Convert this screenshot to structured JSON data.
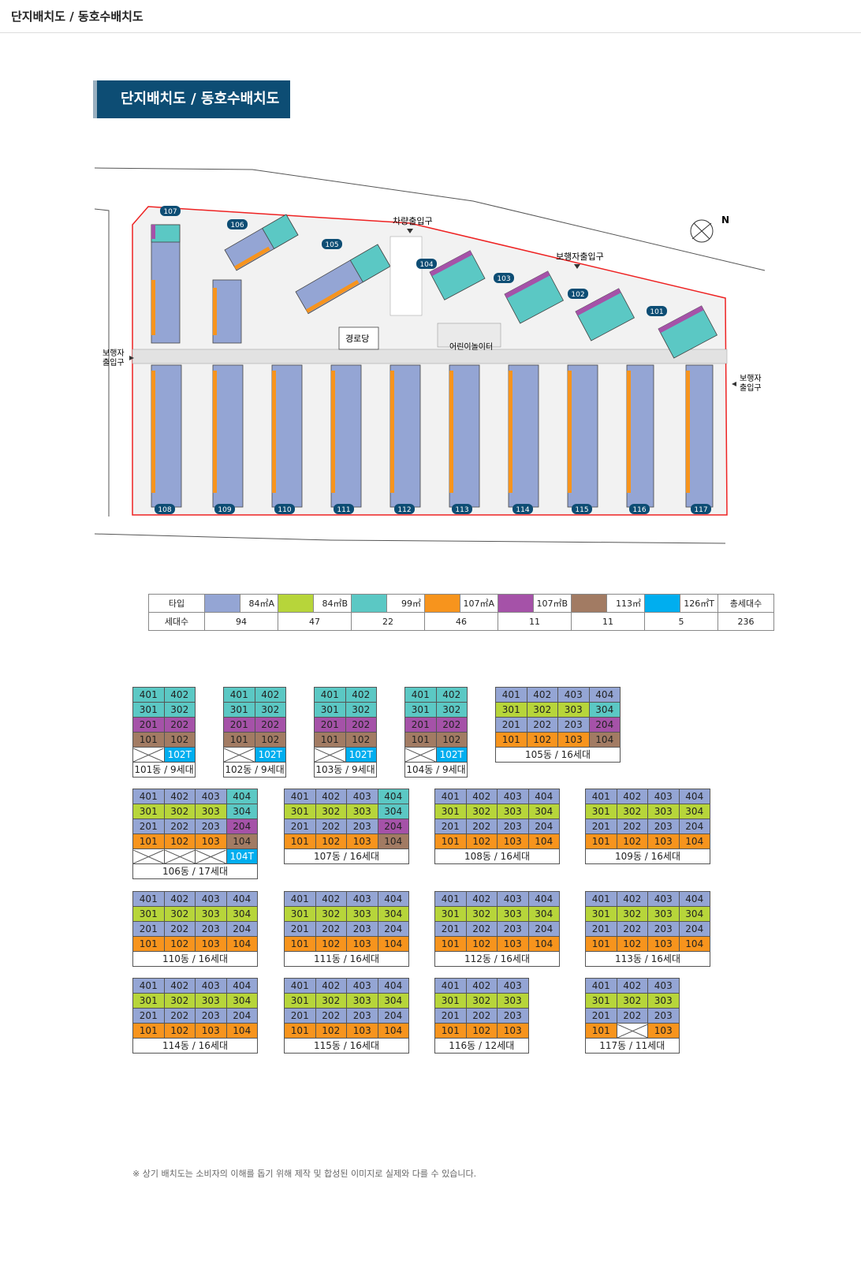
{
  "page": {
    "title": "단지배치도 / 동호수배치도"
  },
  "banner": {
    "title": "단지배치도 / 동호수배치도"
  },
  "map": {
    "entrance_vehicle": "차량출입구",
    "entrance_ped_top": "보행자출입구",
    "entrance_ped_left_1": "보행자",
    "entrance_ped_left_2": "출입구",
    "entrance_ped_right_1": "보행자",
    "entrance_ped_right_2": "출입구",
    "senior_center": "경로당",
    "playground": "어린이놀이터",
    "compass": "N",
    "buildings_top": [
      "107",
      "106",
      "105",
      "104",
      "103",
      "102",
      "101"
    ],
    "buildings_bottom": [
      "108",
      "109",
      "110",
      "111",
      "112",
      "113",
      "114",
      "115",
      "116",
      "117"
    ]
  },
  "legend": {
    "type_label": "타입",
    "count_label": "세대수",
    "total_label": "총세대수",
    "types": [
      {
        "name": "84㎡A",
        "color": "#94a5d4",
        "count": "94"
      },
      {
        "name": "84㎡B",
        "color": "#b7d53a",
        "count": "47"
      },
      {
        "name": "99㎡",
        "color": "#5bc8c4",
        "count": "22"
      },
      {
        "name": "107㎡A",
        "color": "#f7941d",
        "count": "46"
      },
      {
        "name": "107㎡B",
        "color": "#a552a8",
        "count": "11"
      },
      {
        "name": "113㎡",
        "color": "#a27b63",
        "count": "11"
      },
      {
        "name": "126㎡T",
        "color": "#00aeef",
        "count": "5"
      }
    ],
    "total": "236"
  },
  "unit_grids": [
    {
      "caption": "101동 / 9세대",
      "rows": [
        [
          [
            "401",
            "t"
          ],
          [
            "402",
            "t"
          ]
        ],
        [
          [
            "301",
            "t"
          ],
          [
            "302",
            "t"
          ]
        ],
        [
          [
            "201",
            "p"
          ],
          [
            "202",
            "p"
          ]
        ],
        [
          [
            "101",
            "br"
          ],
          [
            "102",
            "br"
          ]
        ],
        [
          [
            "",
            "x"
          ],
          [
            "102T",
            "cy"
          ]
        ]
      ]
    },
    {
      "caption": "102동 / 9세대",
      "rows": [
        [
          [
            "401",
            "t"
          ],
          [
            "402",
            "t"
          ]
        ],
        [
          [
            "301",
            "t"
          ],
          [
            "302",
            "t"
          ]
        ],
        [
          [
            "201",
            "p"
          ],
          [
            "202",
            "p"
          ]
        ],
        [
          [
            "101",
            "br"
          ],
          [
            "102",
            "br"
          ]
        ],
        [
          [
            "",
            "x"
          ],
          [
            "102T",
            "cy"
          ]
        ]
      ]
    },
    {
      "caption": "103동 / 9세대",
      "rows": [
        [
          [
            "401",
            "t"
          ],
          [
            "402",
            "t"
          ]
        ],
        [
          [
            "301",
            "t"
          ],
          [
            "302",
            "t"
          ]
        ],
        [
          [
            "201",
            "p"
          ],
          [
            "202",
            "p"
          ]
        ],
        [
          [
            "101",
            "br"
          ],
          [
            "102",
            "br"
          ]
        ],
        [
          [
            "",
            "x"
          ],
          [
            "102T",
            "cy"
          ]
        ]
      ]
    },
    {
      "caption": "104동 / 9세대",
      "rows": [
        [
          [
            "401",
            "t"
          ],
          [
            "402",
            "t"
          ]
        ],
        [
          [
            "301",
            "t"
          ],
          [
            "302",
            "t"
          ]
        ],
        [
          [
            "201",
            "p"
          ],
          [
            "202",
            "p"
          ]
        ],
        [
          [
            "101",
            "br"
          ],
          [
            "102",
            "br"
          ]
        ],
        [
          [
            "",
            "x"
          ],
          [
            "102T",
            "cy"
          ]
        ]
      ]
    },
    {
      "caption": "105동 / 16세대",
      "rows": [
        [
          [
            "401",
            "a"
          ],
          [
            "402",
            "a"
          ],
          [
            "403",
            "a"
          ],
          [
            "404",
            "a"
          ]
        ],
        [
          [
            "301",
            "b"
          ],
          [
            "302",
            "b"
          ],
          [
            "303",
            "b"
          ],
          [
            "304",
            "t"
          ]
        ],
        [
          [
            "201",
            "a"
          ],
          [
            "202",
            "a"
          ],
          [
            "203",
            "a"
          ],
          [
            "204",
            "p"
          ]
        ],
        [
          [
            "101",
            "o"
          ],
          [
            "102",
            "o"
          ],
          [
            "103",
            "o"
          ],
          [
            "104",
            "br"
          ]
        ]
      ]
    },
    {
      "caption": "106동 / 17세대",
      "rows": [
        [
          [
            "401",
            "a"
          ],
          [
            "402",
            "a"
          ],
          [
            "403",
            "a"
          ],
          [
            "404",
            "t"
          ]
        ],
        [
          [
            "301",
            "b"
          ],
          [
            "302",
            "b"
          ],
          [
            "303",
            "b"
          ],
          [
            "304",
            "t"
          ]
        ],
        [
          [
            "201",
            "a"
          ],
          [
            "202",
            "a"
          ],
          [
            "203",
            "a"
          ],
          [
            "204",
            "p"
          ]
        ],
        [
          [
            "101",
            "o"
          ],
          [
            "102",
            "o"
          ],
          [
            "103",
            "o"
          ],
          [
            "104",
            "br"
          ]
        ],
        [
          [
            "",
            "x"
          ],
          [
            "",
            "x"
          ],
          [
            "",
            "x"
          ],
          [
            "104T",
            "cy"
          ]
        ]
      ]
    },
    {
      "caption": "107동 / 16세대",
      "rows": [
        [
          [
            "401",
            "a"
          ],
          [
            "402",
            "a"
          ],
          [
            "403",
            "a"
          ],
          [
            "404",
            "t"
          ]
        ],
        [
          [
            "301",
            "b"
          ],
          [
            "302",
            "b"
          ],
          [
            "303",
            "b"
          ],
          [
            "304",
            "t"
          ]
        ],
        [
          [
            "201",
            "a"
          ],
          [
            "202",
            "a"
          ],
          [
            "203",
            "a"
          ],
          [
            "204",
            "p"
          ]
        ],
        [
          [
            "101",
            "o"
          ],
          [
            "102",
            "o"
          ],
          [
            "103",
            "o"
          ],
          [
            "104",
            "br"
          ]
        ]
      ]
    },
    {
      "caption": "108동 / 16세대",
      "rows": [
        [
          [
            "401",
            "a"
          ],
          [
            "402",
            "a"
          ],
          [
            "403",
            "a"
          ],
          [
            "404",
            "a"
          ]
        ],
        [
          [
            "301",
            "b"
          ],
          [
            "302",
            "b"
          ],
          [
            "303",
            "b"
          ],
          [
            "304",
            "b"
          ]
        ],
        [
          [
            "201",
            "a"
          ],
          [
            "202",
            "a"
          ],
          [
            "203",
            "a"
          ],
          [
            "204",
            "a"
          ]
        ],
        [
          [
            "101",
            "o"
          ],
          [
            "102",
            "o"
          ],
          [
            "103",
            "o"
          ],
          [
            "104",
            "o"
          ]
        ]
      ]
    },
    {
      "caption": "109동 / 16세대",
      "rows": [
        [
          [
            "401",
            "a"
          ],
          [
            "402",
            "a"
          ],
          [
            "403",
            "a"
          ],
          [
            "404",
            "a"
          ]
        ],
        [
          [
            "301",
            "b"
          ],
          [
            "302",
            "b"
          ],
          [
            "303",
            "b"
          ],
          [
            "304",
            "b"
          ]
        ],
        [
          [
            "201",
            "a"
          ],
          [
            "202",
            "a"
          ],
          [
            "203",
            "a"
          ],
          [
            "204",
            "a"
          ]
        ],
        [
          [
            "101",
            "o"
          ],
          [
            "102",
            "o"
          ],
          [
            "103",
            "o"
          ],
          [
            "104",
            "o"
          ]
        ]
      ]
    },
    {
      "caption": "110동 / 16세대",
      "rows": [
        [
          [
            "401",
            "a"
          ],
          [
            "402",
            "a"
          ],
          [
            "403",
            "a"
          ],
          [
            "404",
            "a"
          ]
        ],
        [
          [
            "301",
            "b"
          ],
          [
            "302",
            "b"
          ],
          [
            "303",
            "b"
          ],
          [
            "304",
            "b"
          ]
        ],
        [
          [
            "201",
            "a"
          ],
          [
            "202",
            "a"
          ],
          [
            "203",
            "a"
          ],
          [
            "204",
            "a"
          ]
        ],
        [
          [
            "101",
            "o"
          ],
          [
            "102",
            "o"
          ],
          [
            "103",
            "o"
          ],
          [
            "104",
            "o"
          ]
        ]
      ]
    },
    {
      "caption": "111동 / 16세대",
      "rows": [
        [
          [
            "401",
            "a"
          ],
          [
            "402",
            "a"
          ],
          [
            "403",
            "a"
          ],
          [
            "404",
            "a"
          ]
        ],
        [
          [
            "301",
            "b"
          ],
          [
            "302",
            "b"
          ],
          [
            "303",
            "b"
          ],
          [
            "304",
            "b"
          ]
        ],
        [
          [
            "201",
            "a"
          ],
          [
            "202",
            "a"
          ],
          [
            "203",
            "a"
          ],
          [
            "204",
            "a"
          ]
        ],
        [
          [
            "101",
            "o"
          ],
          [
            "102",
            "o"
          ],
          [
            "103",
            "o"
          ],
          [
            "104",
            "o"
          ]
        ]
      ]
    },
    {
      "caption": "112동 / 16세대",
      "rows": [
        [
          [
            "401",
            "a"
          ],
          [
            "402",
            "a"
          ],
          [
            "403",
            "a"
          ],
          [
            "404",
            "a"
          ]
        ],
        [
          [
            "301",
            "b"
          ],
          [
            "302",
            "b"
          ],
          [
            "303",
            "b"
          ],
          [
            "304",
            "b"
          ]
        ],
        [
          [
            "201",
            "a"
          ],
          [
            "202",
            "a"
          ],
          [
            "203",
            "a"
          ],
          [
            "204",
            "a"
          ]
        ],
        [
          [
            "101",
            "o"
          ],
          [
            "102",
            "o"
          ],
          [
            "103",
            "o"
          ],
          [
            "104",
            "o"
          ]
        ]
      ]
    },
    {
      "caption": "113동 / 16세대",
      "rows": [
        [
          [
            "401",
            "a"
          ],
          [
            "402",
            "a"
          ],
          [
            "403",
            "a"
          ],
          [
            "404",
            "a"
          ]
        ],
        [
          [
            "301",
            "b"
          ],
          [
            "302",
            "b"
          ],
          [
            "303",
            "b"
          ],
          [
            "304",
            "b"
          ]
        ],
        [
          [
            "201",
            "a"
          ],
          [
            "202",
            "a"
          ],
          [
            "203",
            "a"
          ],
          [
            "204",
            "a"
          ]
        ],
        [
          [
            "101",
            "o"
          ],
          [
            "102",
            "o"
          ],
          [
            "103",
            "o"
          ],
          [
            "104",
            "o"
          ]
        ]
      ]
    },
    {
      "caption": "114동 / 16세대",
      "rows": [
        [
          [
            "401",
            "a"
          ],
          [
            "402",
            "a"
          ],
          [
            "403",
            "a"
          ],
          [
            "404",
            "a"
          ]
        ],
        [
          [
            "301",
            "b"
          ],
          [
            "302",
            "b"
          ],
          [
            "303",
            "b"
          ],
          [
            "304",
            "b"
          ]
        ],
        [
          [
            "201",
            "a"
          ],
          [
            "202",
            "a"
          ],
          [
            "203",
            "a"
          ],
          [
            "204",
            "a"
          ]
        ],
        [
          [
            "101",
            "o"
          ],
          [
            "102",
            "o"
          ],
          [
            "103",
            "o"
          ],
          [
            "104",
            "o"
          ]
        ]
      ]
    },
    {
      "caption": "115동 / 16세대",
      "rows": [
        [
          [
            "401",
            "a"
          ],
          [
            "402",
            "a"
          ],
          [
            "403",
            "a"
          ],
          [
            "404",
            "a"
          ]
        ],
        [
          [
            "301",
            "b"
          ],
          [
            "302",
            "b"
          ],
          [
            "303",
            "b"
          ],
          [
            "304",
            "b"
          ]
        ],
        [
          [
            "201",
            "a"
          ],
          [
            "202",
            "a"
          ],
          [
            "203",
            "a"
          ],
          [
            "204",
            "a"
          ]
        ],
        [
          [
            "101",
            "o"
          ],
          [
            "102",
            "o"
          ],
          [
            "103",
            "o"
          ],
          [
            "104",
            "o"
          ]
        ]
      ]
    },
    {
      "caption": "116동 / 12세대",
      "rows": [
        [
          [
            "401",
            "a"
          ],
          [
            "402",
            "a"
          ],
          [
            "403",
            "a"
          ]
        ],
        [
          [
            "301",
            "b"
          ],
          [
            "302",
            "b"
          ],
          [
            "303",
            "b"
          ]
        ],
        [
          [
            "201",
            "a"
          ],
          [
            "202",
            "a"
          ],
          [
            "203",
            "a"
          ]
        ],
        [
          [
            "101",
            "o"
          ],
          [
            "102",
            "o"
          ],
          [
            "103",
            "o"
          ]
        ]
      ]
    },
    {
      "caption": "117동 / 11세대",
      "rows": [
        [
          [
            "401",
            "a"
          ],
          [
            "402",
            "a"
          ],
          [
            "403",
            "a"
          ]
        ],
        [
          [
            "301",
            "b"
          ],
          [
            "302",
            "b"
          ],
          [
            "303",
            "b"
          ]
        ],
        [
          [
            "201",
            "a"
          ],
          [
            "202",
            "a"
          ],
          [
            "203",
            "a"
          ]
        ],
        [
          [
            "101",
            "o"
          ],
          [
            "",
            "x"
          ],
          [
            "103",
            "o"
          ]
        ]
      ]
    }
  ],
  "footnote": "※ 상기 배치도는 소비자의 이해를 돕기 위해 제작 및 합성된 이미지로 실제와 다를 수 있습니다."
}
